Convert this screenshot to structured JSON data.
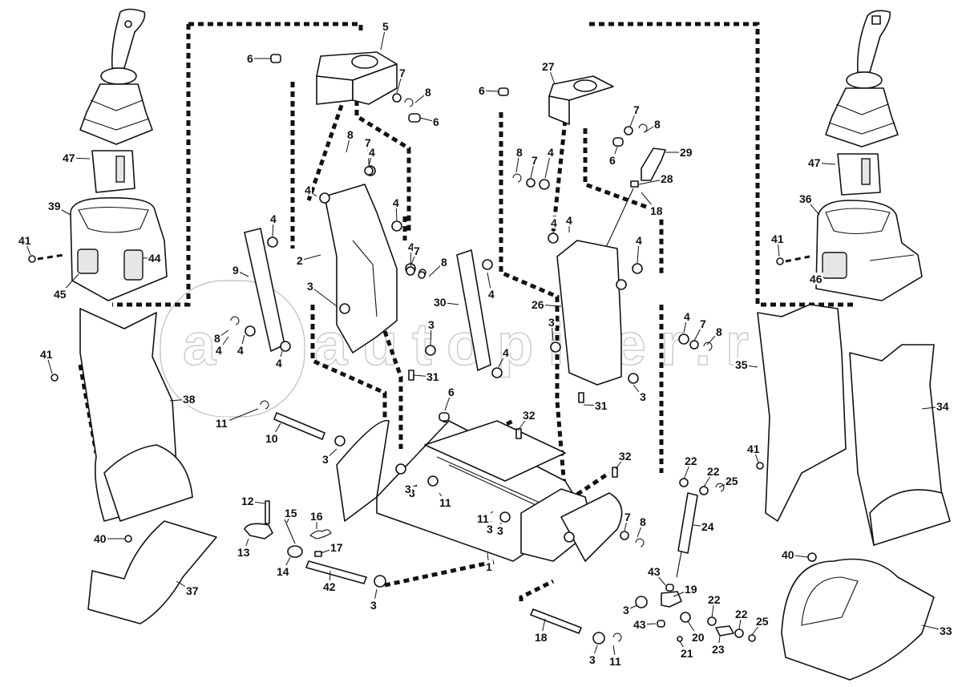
{
  "diagram": {
    "type": "exploded-parts-diagram",
    "subject": "Joystick control console assembly (left and right)",
    "watermark": "autopiter.ru",
    "watermark_logo_letter": "a"
  },
  "callouts": [
    {
      "id": "c1",
      "label": "1"
    },
    {
      "id": "c2",
      "label": "2"
    },
    {
      "id": "c3a",
      "label": "3"
    },
    {
      "id": "c3b",
      "label": "3"
    },
    {
      "id": "c3c",
      "label": "3"
    },
    {
      "id": "c3d",
      "label": "3"
    },
    {
      "id": "c3e",
      "label": "3"
    },
    {
      "id": "c3f",
      "label": "3"
    },
    {
      "id": "c3g",
      "label": "3"
    },
    {
      "id": "c3h",
      "label": "3"
    },
    {
      "id": "c3i",
      "label": "3"
    },
    {
      "id": "c3j",
      "label": "3"
    },
    {
      "id": "c3k",
      "label": "3"
    },
    {
      "id": "c3l",
      "label": "3"
    },
    {
      "id": "c4a",
      "label": "4"
    },
    {
      "id": "c4b",
      "label": "4"
    },
    {
      "id": "c4c",
      "label": "4"
    },
    {
      "id": "c4d",
      "label": "4"
    },
    {
      "id": "c4e",
      "label": "4"
    },
    {
      "id": "c4f",
      "label": "4"
    },
    {
      "id": "c4g",
      "label": "4"
    },
    {
      "id": "c4h",
      "label": "4"
    },
    {
      "id": "c4i",
      "label": "4"
    },
    {
      "id": "c4j",
      "label": "4"
    },
    {
      "id": "c4k",
      "label": "4"
    },
    {
      "id": "c4l",
      "label": "4"
    },
    {
      "id": "c4m",
      "label": "4"
    },
    {
      "id": "c4n",
      "label": "4"
    },
    {
      "id": "c4o",
      "label": "4"
    },
    {
      "id": "c5",
      "label": "5"
    },
    {
      "id": "c6a",
      "label": "6"
    },
    {
      "id": "c6b",
      "label": "6"
    },
    {
      "id": "c6c",
      "label": "6"
    },
    {
      "id": "c6d",
      "label": "6"
    },
    {
      "id": "c6e",
      "label": "6"
    },
    {
      "id": "c7a",
      "label": "7"
    },
    {
      "id": "c7b",
      "label": "7"
    },
    {
      "id": "c7c",
      "label": "7"
    },
    {
      "id": "c7d",
      "label": "7"
    },
    {
      "id": "c7e",
      "label": "7"
    },
    {
      "id": "c7f",
      "label": "7"
    },
    {
      "id": "c7g",
      "label": "7"
    },
    {
      "id": "c8a",
      "label": "8"
    },
    {
      "id": "c8b",
      "label": "8"
    },
    {
      "id": "c8c",
      "label": "8"
    },
    {
      "id": "c8d",
      "label": "8"
    },
    {
      "id": "c8e",
      "label": "8"
    },
    {
      "id": "c8f",
      "label": "8"
    },
    {
      "id": "c8g",
      "label": "8"
    },
    {
      "id": "c8h",
      "label": "8"
    },
    {
      "id": "c9",
      "label": "9"
    },
    {
      "id": "c10",
      "label": "10"
    },
    {
      "id": "c11a",
      "label": "11"
    },
    {
      "id": "c11b",
      "label": "11"
    },
    {
      "id": "c11c",
      "label": "11"
    },
    {
      "id": "c11d",
      "label": "11"
    },
    {
      "id": "c12",
      "label": "12"
    },
    {
      "id": "c13",
      "label": "13"
    },
    {
      "id": "c14",
      "label": "14"
    },
    {
      "id": "c15",
      "label": "15"
    },
    {
      "id": "c16",
      "label": "16"
    },
    {
      "id": "c17",
      "label": "17"
    },
    {
      "id": "c18a",
      "label": "18"
    },
    {
      "id": "c18b",
      "label": "18"
    },
    {
      "id": "c19",
      "label": "19"
    },
    {
      "id": "c20",
      "label": "20"
    },
    {
      "id": "c21",
      "label": "21"
    },
    {
      "id": "c22a",
      "label": "22"
    },
    {
      "id": "c22b",
      "label": "22"
    },
    {
      "id": "c22c",
      "label": "22"
    },
    {
      "id": "c22d",
      "label": "22"
    },
    {
      "id": "c23",
      "label": "23"
    },
    {
      "id": "c24",
      "label": "24"
    },
    {
      "id": "c25a",
      "label": "25"
    },
    {
      "id": "c25b",
      "label": "25"
    },
    {
      "id": "c26",
      "label": "26"
    },
    {
      "id": "c27",
      "label": "27"
    },
    {
      "id": "c28",
      "label": "28"
    },
    {
      "id": "c29",
      "label": "29"
    },
    {
      "id": "c30",
      "label": "30"
    },
    {
      "id": "c31a",
      "label": "31"
    },
    {
      "id": "c31b",
      "label": "31"
    },
    {
      "id": "c32a",
      "label": "32"
    },
    {
      "id": "c32b",
      "label": "32"
    },
    {
      "id": "c33",
      "label": "33"
    },
    {
      "id": "c34",
      "label": "34"
    },
    {
      "id": "c35",
      "label": "35"
    },
    {
      "id": "c36",
      "label": "36"
    },
    {
      "id": "c37",
      "label": "37"
    },
    {
      "id": "c38",
      "label": "38"
    },
    {
      "id": "c39",
      "label": "39"
    },
    {
      "id": "c40a",
      "label": "40"
    },
    {
      "id": "c40b",
      "label": "40"
    },
    {
      "id": "c41a",
      "label": "41"
    },
    {
      "id": "c41b",
      "label": "41"
    },
    {
      "id": "c41c",
      "label": "41"
    },
    {
      "id": "c41d",
      "label": "41"
    },
    {
      "id": "c42",
      "label": "42"
    },
    {
      "id": "c43a",
      "label": "43"
    },
    {
      "id": "c43b",
      "label": "43"
    },
    {
      "id": "c44",
      "label": "44"
    },
    {
      "id": "c45",
      "label": "45"
    },
    {
      "id": "c46",
      "label": "46"
    },
    {
      "id": "c47a",
      "label": "47"
    },
    {
      "id": "c47b",
      "label": "47"
    }
  ]
}
